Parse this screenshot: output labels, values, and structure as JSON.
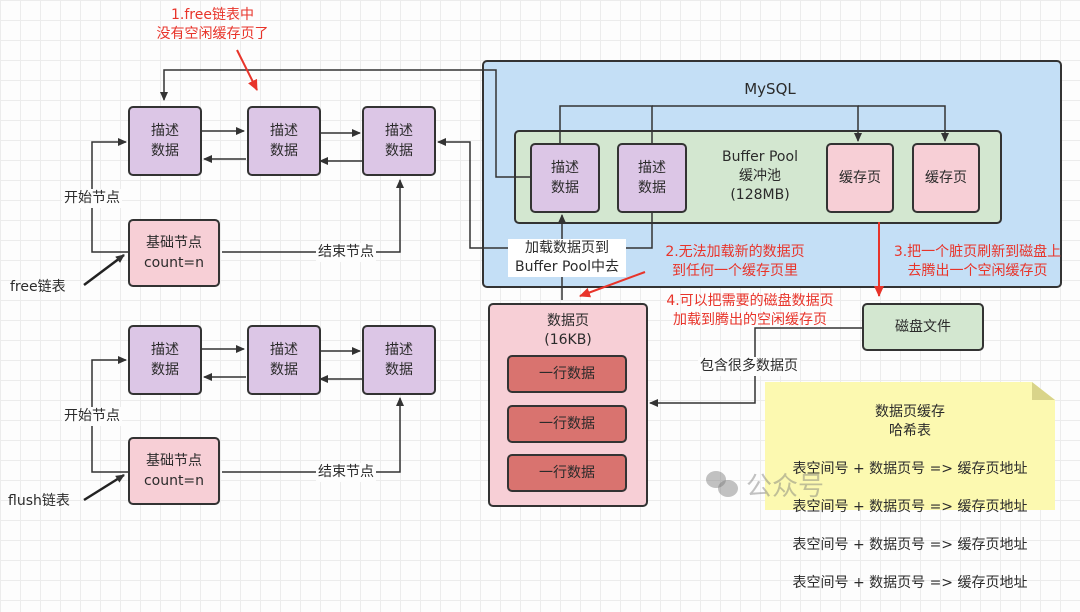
{
  "annotations": {
    "step1": "1.free链表中\n没有空闲缓存页了",
    "step2": "2.无法加载新的数据页\n到任何一个缓存页里",
    "step3": "3.把一个脏页刷新到磁盘上\n去腾出一个空闲缓存页",
    "step4": "4.可以把需要的磁盘数据页\n加载到腾出的空闲缓存页"
  },
  "free_list": {
    "label": "free链表",
    "nodes": [
      "描述\n数据",
      "描述\n数据",
      "描述\n数据"
    ],
    "base_node": "基础节点\ncount=n",
    "start_label": "开始节点",
    "end_label": "结束节点"
  },
  "flush_list": {
    "label": "flush链表",
    "nodes": [
      "描述\n数据",
      "描述\n数据",
      "描述\n数据"
    ],
    "base_node": "基础节点\ncount=n",
    "start_label": "开始节点",
    "end_label": "结束节点"
  },
  "mysql": {
    "title": "MySQL",
    "buffer_pool": {
      "label": "Buffer Pool\n缓冲池\n(128MB)",
      "descriptors": [
        "描述\n数据",
        "描述\n数据"
      ],
      "cache_pages": [
        "缓存页",
        "缓存页"
      ]
    },
    "load_label": "加载数据页到\nBuffer Pool中去"
  },
  "disk": {
    "file_label": "磁盘文件",
    "contains_label": "包含很多数据页",
    "data_page": {
      "title": "数据页\n(16KB)",
      "rows": [
        "一行数据",
        "一行数据",
        "一行数据"
      ]
    }
  },
  "hash_note": {
    "title": "数据页缓存\n哈希表",
    "entries": [
      "表空间号 + 数据页号 => 缓存页地址",
      "表空间号 + 数据页号 => 缓存页地址",
      "表空间号 + 数据页号 => 缓存页地址",
      "表空间号 + 数据页号 => 缓存页地址"
    ]
  },
  "watermark": "公众号"
}
